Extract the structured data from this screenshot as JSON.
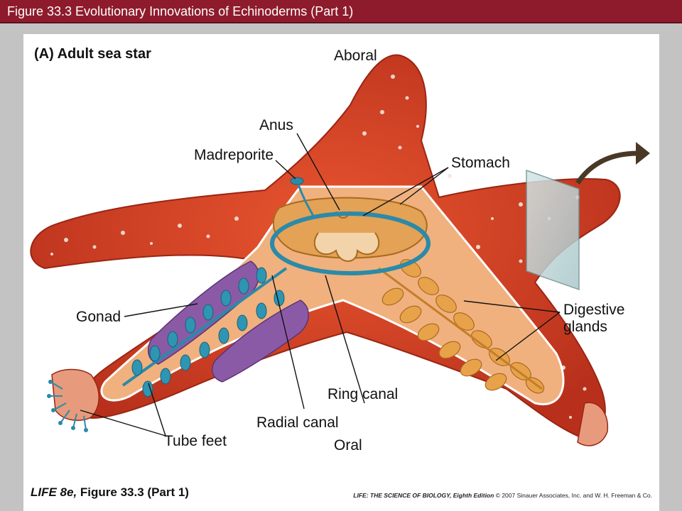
{
  "header": {
    "title": "Figure 33.3 Evolutionary Innovations of Echinoderms (Part 1)"
  },
  "figure": {
    "panel_letter": "(A)",
    "panel_title": "Adult sea star",
    "labels": {
      "aboral": "Aboral",
      "oral": "Oral",
      "anus": "Anus",
      "madreporite": "Madreporite",
      "stomach": "Stomach",
      "gonad": "Gonad",
      "digestive_glands_1": "Digestive",
      "digestive_glands_2": "glands",
      "ring_canal": "Ring canal",
      "radial_canal": "Radial canal",
      "tube_feet": "Tube feet"
    }
  },
  "footer": {
    "left_book": "LIFE 8e,",
    "left_fig": "Figure 33.3 (Part 1)",
    "right_book": "LIFE: THE SCIENCE OF BIOLOGY, Eighth Edition",
    "right_copyright": "© 2007 Sinauer Associates, Inc. and W. H. Freeman & Co."
  },
  "colors": {
    "title_bar": "#8e1b2c",
    "star_body": "#d9442a",
    "interior": "#f0b17e",
    "water_vascular": "#2b8aa8",
    "gonad": "#8b5aa6",
    "digestive": "#e8a24a"
  }
}
